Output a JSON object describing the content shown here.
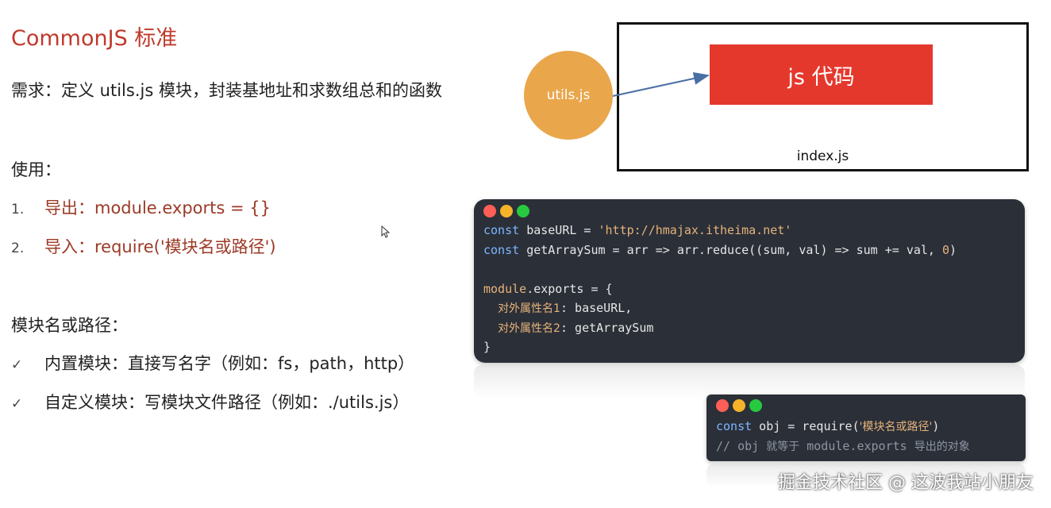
{
  "slide": {
    "title": "CommonJS 标准",
    "requirement": "需求：定义 utils.js 模块，封装基地址和求数组总和的函数",
    "usage": {
      "heading": "使用：",
      "items": [
        {
          "number": "1.",
          "text": "导出：module.exports = {}"
        },
        {
          "number": "2.",
          "text": "导入：require('模块名或路径')"
        }
      ]
    },
    "paths": {
      "heading": "模块名或路径：",
      "items": [
        {
          "mark": "✓",
          "text": "内置模块：直接写名字（例如：fs，path，http）"
        },
        {
          "mark": "✓",
          "text": "自定义模块：写模块文件路径（例如：./utils.js）"
        }
      ]
    }
  },
  "diagram": {
    "circle_label": "utils.js",
    "box_label": "js 代码",
    "frame_label": "index.js",
    "colors": {
      "circle": "#e9a64b",
      "box": "#e5382d",
      "arrow": "#4a6fa5"
    }
  },
  "code_export": {
    "line1": {
      "kw": "const",
      "name": "baseURL",
      "op": " = ",
      "str": "'http://hmajax.itheima.net'"
    },
    "line2": {
      "kw": "const",
      "name": "getArraySum",
      "rest": " = arr => arr.reduce((sum, val) => sum += val, ",
      "num": "0",
      "end": ")"
    },
    "line4": {
      "a": "module",
      "b": ".exports = {"
    },
    "line5": {
      "key": "对外属性名1",
      "rest": ": baseURL,"
    },
    "line6": {
      "key": "对外属性名2",
      "rest": ": getArraySum"
    },
    "line7": "}"
  },
  "code_import": {
    "line1": {
      "kw": "const",
      "rest": " obj = require(",
      "str": "'模块名或路径'",
      "end": ")"
    },
    "line2": {
      "a": "// obj ",
      "b": "就等于",
      "c": " module.exports ",
      "d": "导出的对象"
    }
  },
  "watermark": "掘金技术社区 @ 这波我站小朋友"
}
